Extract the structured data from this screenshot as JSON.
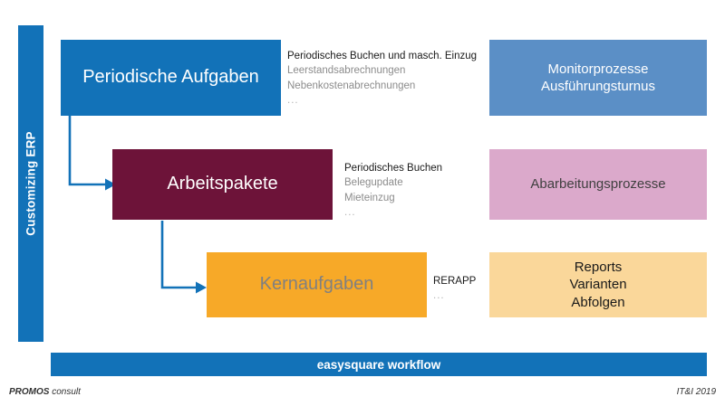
{
  "sidebar": {
    "label": "Customizing ERP",
    "color": "#1272b8"
  },
  "rows": [
    {
      "main_box": {
        "label": "Periodische Aufgaben",
        "color": "#1272b8",
        "text_color": "#ffffff"
      },
      "annotation": {
        "lead": "Periodisches Buchen und masch. Einzug",
        "items": [
          "Leerstandsabrechnungen",
          "Nebenkostenabrechnungen"
        ],
        "ellipsis": "..."
      },
      "right_box": {
        "lines": [
          "Monitorprozesse",
          "Ausführungsturnus"
        ],
        "color": "#5b8fc6",
        "text_color": "#ffffff"
      }
    },
    {
      "main_box": {
        "label": "Arbeitspakete",
        "color": "#6d1339",
        "text_color": "#ffffff"
      },
      "annotation": {
        "lead": "Periodisches Buchen",
        "items": [
          "Belegupdate",
          "Mieteinzug"
        ],
        "ellipsis": "..."
      },
      "right_box": {
        "lines": [
          "Abarbeitungsprozesse"
        ],
        "color": "#dba9cb",
        "text_color": "#404040"
      }
    },
    {
      "main_box": {
        "label": "Kernaufgaben",
        "color": "#f7a928",
        "text_color": "#808080"
      },
      "annotation": {
        "lead": "RERAPP",
        "items": [],
        "ellipsis": "..."
      },
      "right_box": {
        "lines": [
          "Reports",
          "Varianten",
          "Abfolgen"
        ],
        "color": "#fad79a",
        "text_color": "#1a1a1a"
      }
    }
  ],
  "bottom_bar": {
    "label": "easysquare workflow",
    "color": "#1272b8"
  },
  "footer": {
    "left_strong": "PROMOS",
    "left_rest": " consult",
    "right": "IT&I 2019"
  },
  "connectors": {
    "arrow_color": "#1272b8",
    "arrow_1_name": "arrow-periodische-to-arbeitspakete",
    "arrow_2_name": "arrow-arbeitspakete-to-kernaufgaben"
  }
}
